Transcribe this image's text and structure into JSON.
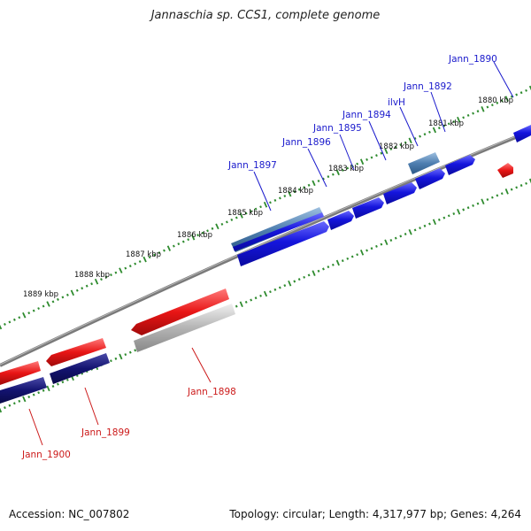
{
  "title": "Jannaschia sp. CCS1, complete genome",
  "footer": {
    "accession": "Accession: NC_007802",
    "stats": "Topology: circular; Length: 4,317,977 bp; Genes: 4,264"
  },
  "colors": {
    "backbone": "#7a7a7a",
    "tick": "#2e8b2e",
    "forward_label": "#1a1acc",
    "reverse_label": "#cc1a1a",
    "blue": "#1515dd",
    "steel": "#4f7fb0",
    "red": "#e81515",
    "navy": "#131370",
    "gray": "#a8a8a8"
  },
  "kbp_labels": [
    "1880 kbp",
    "1881 kbp",
    "1882 kbp",
    "1883 kbp",
    "1884 kbp",
    "1885 kbp",
    "1886 kbp",
    "1887 kbp",
    "1888 kbp",
    "1889 kbp"
  ],
  "gene_labels": [
    {
      "text": "Jann_1890",
      "strand": "forward"
    },
    {
      "text": "Jann_1892",
      "strand": "forward"
    },
    {
      "text": "ilvH",
      "strand": "forward"
    },
    {
      "text": "Jann_1894",
      "strand": "forward"
    },
    {
      "text": "Jann_1895",
      "strand": "forward"
    },
    {
      "text": "Jann_1896",
      "strand": "forward"
    },
    {
      "text": "Jann_1897",
      "strand": "forward"
    },
    {
      "text": "Jann_1898",
      "strand": "reverse"
    },
    {
      "text": "Jann_1899",
      "strand": "reverse"
    },
    {
      "text": "Jann_1900",
      "strand": "reverse"
    }
  ]
}
